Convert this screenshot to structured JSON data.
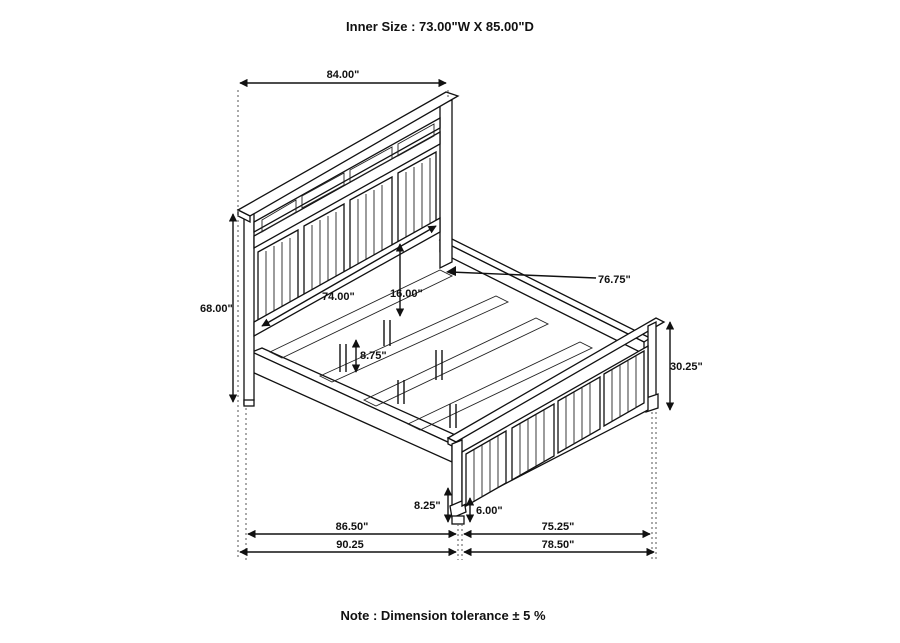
{
  "header": {
    "inner_size": "Inner Size : 73.00\"W X 85.00\"D"
  },
  "footer": {
    "note": "Note : Dimension tolerance ± 5 %"
  },
  "dimensions": {
    "headboard_width": "84.00\"",
    "overall_height": "68.00\"",
    "inner_width": "74.00\"",
    "headboard_panel": "16.00\"",
    "side_rail_length": "76.75\"",
    "slat_height": "8.75\"",
    "footboard_height": "30.25\"",
    "foot_clearance": "8.25\"",
    "rail_clearance": "6.00\"",
    "bottom_left_inner": "86.50\"",
    "bottom_right_inner": "75.25\"",
    "bottom_left_outer": "90.25",
    "bottom_right_outer": "78.50\""
  }
}
